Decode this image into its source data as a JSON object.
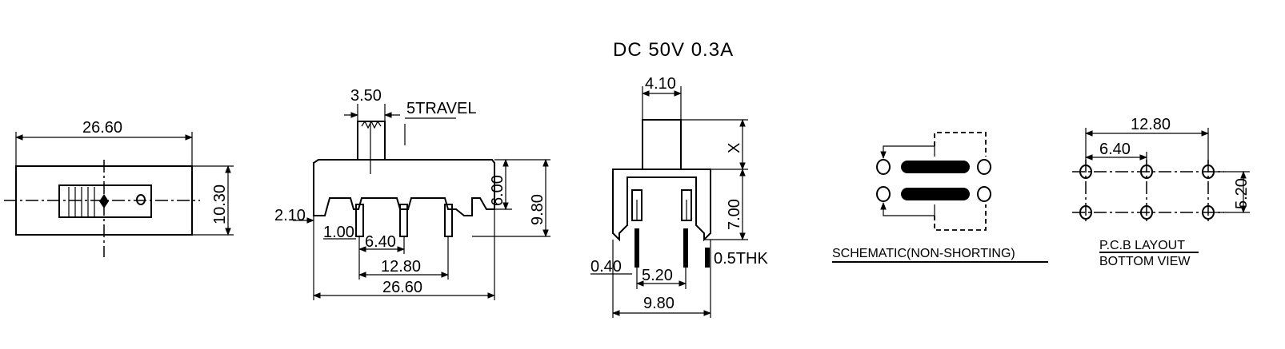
{
  "title": "DC  50V  0.3A",
  "top_view": {
    "width": "26.60",
    "height": "10.30"
  },
  "front_view": {
    "knob_width": "3.50",
    "travel": "5TRAVEL",
    "body_height": "6.00",
    "overall_height": "9.80",
    "left_offset": "2.10",
    "pin_offset": "1.00",
    "pitch_small": "6.40",
    "pitch_large": "12.80",
    "overall_width": "26.60"
  },
  "side_view": {
    "knob_width": "4.10",
    "knob_height": "X",
    "body_height": "7.00",
    "pin_width": "0.40",
    "pin_spacing": "5.20",
    "overall_width": "9.80",
    "thickness": "0.5THK"
  },
  "schematic": {
    "caption": "SCHEMATIC(NON-SHORTING)"
  },
  "pcb": {
    "pitch_large": "12.80",
    "pitch_small": "6.40",
    "row_spacing": "5.20",
    "caption_line1": "P.C.B LAYOUT",
    "caption_line2": "BOTTOM VIEW"
  }
}
